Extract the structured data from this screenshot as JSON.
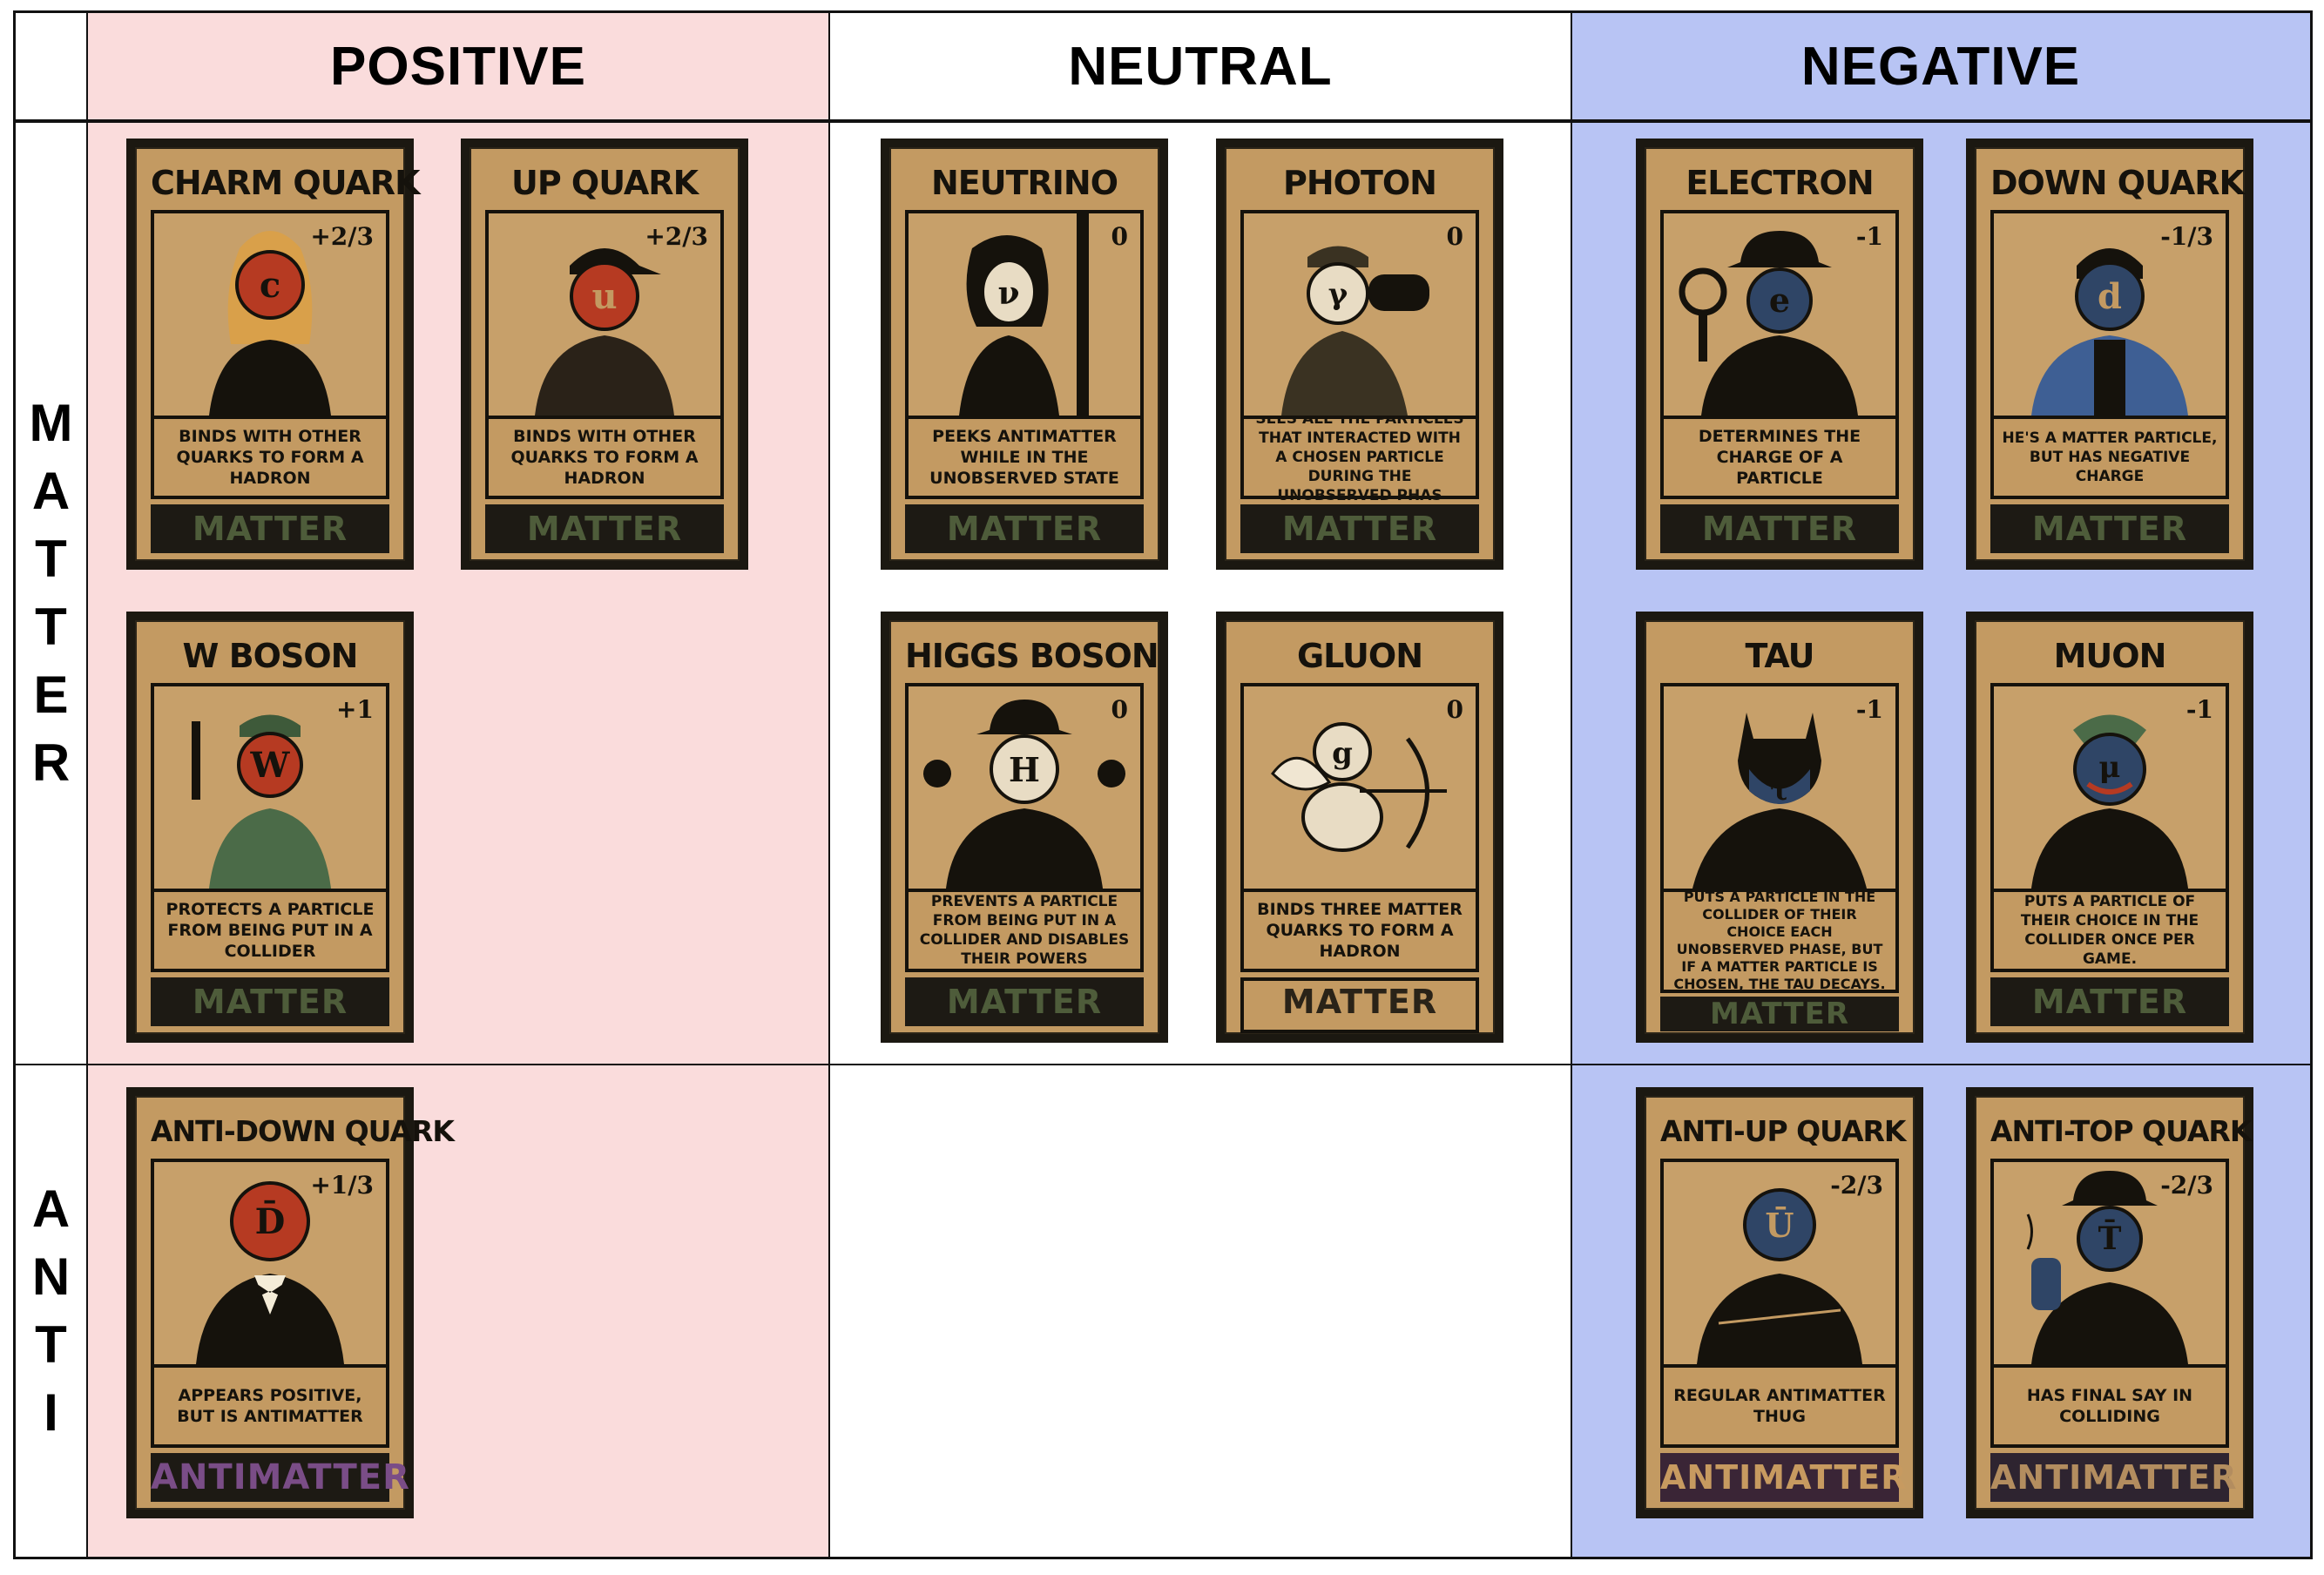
{
  "columns": {
    "positive": "POSITIVE",
    "neutral": "NEUTRAL",
    "negative": "NEGATIVE"
  },
  "rows": {
    "matter": [
      "M",
      "A",
      "T",
      "T",
      "E",
      "R"
    ],
    "anti": [
      "A",
      "N",
      "T",
      "I"
    ]
  },
  "colors": {
    "positive_bg": "#fadcdc",
    "neutral_bg": "#ffffff",
    "negative_bg": "#b8c4f4",
    "card_face": "#c39a62",
    "positive_head": "#b63a22",
    "negative_head": "#2f4566"
  },
  "cards": {
    "charm": {
      "title": "CHARM QUARK",
      "symbol": "c",
      "charge": "+2/3",
      "desc": "BINDS WITH OTHER QUARKS TO FORM A HADRON",
      "type": "MATTER"
    },
    "up": {
      "title": "UP QUARK",
      "symbol": "u",
      "charge": "+2/3",
      "desc": "BINDS WITH OTHER QUARKS TO FORM A HADRON",
      "type": "MATTER"
    },
    "wboson": {
      "title": "W BOSON",
      "symbol": "W",
      "charge": "+1",
      "desc": "PROTECTS A PARTICLE FROM BEING PUT IN A COLLIDER",
      "type": "MATTER"
    },
    "antidown": {
      "title": "ANTI-DOWN QUARK",
      "symbol": "D̄",
      "charge": "+1/3",
      "desc": "APPEARS POSITIVE, BUT IS ANTIMATTER",
      "type": "ANTIMATTER"
    },
    "neutrino": {
      "title": "NEUTRINO",
      "symbol": "ν",
      "charge": "0",
      "desc": "PEEKS ANTIMATTER WHILE IN THE UNOBSERVED STATE",
      "type": "MATTER"
    },
    "photon": {
      "title": "PHOTON",
      "symbol": "γ",
      "charge": "0",
      "desc": "SEES ALL THE PARTICLES THAT INTERACTED WITH A CHOSEN PARTICLE DURING THE UNOBSERVED PHAS",
      "type": "MATTER"
    },
    "higgs": {
      "title": "HIGGS BOSON",
      "symbol": "H",
      "charge": "0",
      "desc": "PREVENTS A PARTICLE FROM BEING PUT IN A COLLIDER AND DISABLES THEIR POWERS",
      "type": "MATTER"
    },
    "gluon": {
      "title": "GLUON",
      "symbol": "g",
      "charge": "0",
      "desc": "BINDS THREE MATTER QUARKS TO FORM A HADRON",
      "type": "MATTER"
    },
    "electron": {
      "title": "ELECTRON",
      "symbol": "e",
      "charge": "-1",
      "desc": "DETERMINES THE CHARGE OF A PARTICLE",
      "type": "MATTER"
    },
    "down": {
      "title": "DOWN QUARK",
      "symbol": "d",
      "charge": "-1/3",
      "desc": "HE'S A MATTER PARTICLE, BUT HAS NEGATIVE CHARGE",
      "type": "MATTER"
    },
    "tau": {
      "title": "TAU",
      "symbol": "τ",
      "charge": "-1",
      "desc": "PUTS A PARTICLE IN THE COLLIDER OF THEIR CHOICE EACH UNOBSERVED PHASE, BUT IF A MATTER PARTICLE IS CHOSEN, THE TAU DECAYS.",
      "type": "MATTER"
    },
    "muon": {
      "title": "MUON",
      "symbol": "μ",
      "charge": "-1",
      "desc": "PUTS A PARTICLE OF THEIR CHOICE IN THE COLLIDER ONCE PER GAME.",
      "type": "MATTER"
    },
    "antiup": {
      "title": "ANTI-UP QUARK",
      "symbol": "Ū",
      "charge": "-2/3",
      "desc": "REGULAR ANTIMATTER THUG",
      "type": "ANTIMATTER"
    },
    "antitop": {
      "title": "ANTI-TOP QUARK",
      "symbol": "T̄",
      "charge": "-2/3",
      "desc": "HAS FINAL SAY IN COLLIDING",
      "type": "ANTIMATTER"
    }
  }
}
